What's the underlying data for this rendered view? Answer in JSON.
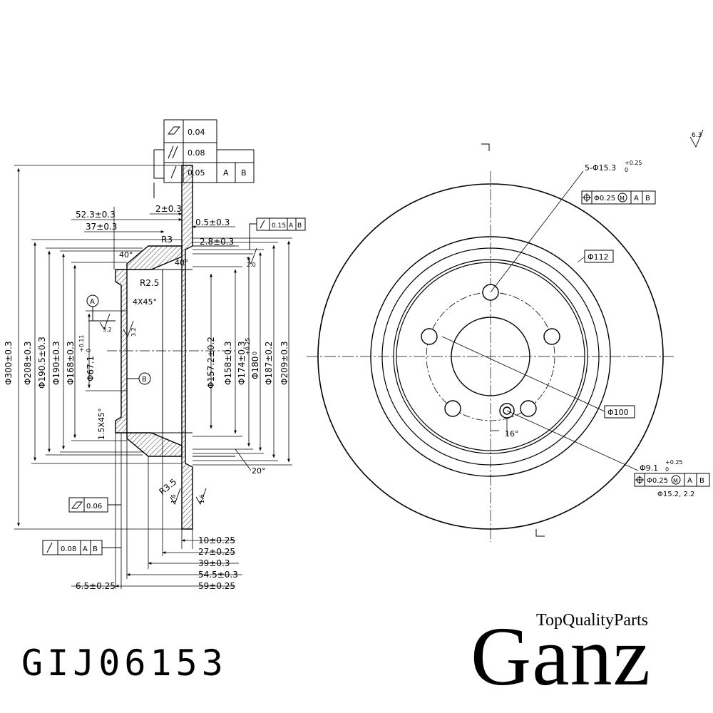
{
  "gdt": {
    "flatness": "0.04",
    "parallel": "0.08",
    "runout": "0.05",
    "runout_mid": "0.15",
    "runout_bottom": "0.08",
    "flatness_bottom": "0.06",
    "datum_a": "A",
    "datum_b": "B"
  },
  "side_view": {
    "dims_top": [
      "52.3±0.3",
      "37±0.3",
      "2±0.3",
      "0.5±0.3",
      "2.8±0.3"
    ],
    "radii": [
      "R3",
      "R2.5",
      "R3.5"
    ],
    "chamfers": [
      "4X45°",
      "1.5X45°"
    ],
    "angles": [
      "40°",
      "40°",
      "20°"
    ],
    "roughness": [
      "3.2",
      "3.2",
      "2.0",
      "1.6",
      "1.6"
    ],
    "diameters_left": [
      "Φ300±0.3",
      "Φ208±0.3",
      "Φ190.5±0.3",
      "Φ190±0.3",
      "Φ168±0.3",
      "Φ67.1"
    ],
    "phi67_tol_upper": "+0.11",
    "phi67_tol_lower": "0",
    "diameters_right": [
      "Φ157.2±0.2",
      "Φ158±0.3",
      "Φ174±0.3",
      "Φ180",
      "Φ187±0.2",
      "Φ209±0.3"
    ],
    "phi180_tol_upper": "+0.25",
    "phi180_tol_lower": "0",
    "dims_bottom": [
      "10±0.25",
      "27±0.25",
      "39±0.3",
      "54.5±0.3",
      "59±0.25"
    ],
    "dim_left_bottom": "6.5±0.25"
  },
  "front_view": {
    "roughness_top_right": "6.3",
    "bolt_holes": "5-Φ15.3",
    "bolt_tol_upper": "+0.25",
    "bolt_tol_lower": "0",
    "bolt_position": "Φ0.25",
    "pcd_outer": "Φ112",
    "pcd": "Φ100",
    "small_hole": "Φ9.1",
    "small_tol_upper": "+0.25",
    "small_tol_lower": "0",
    "small_position": "Φ0.25",
    "small_counterbore": "Φ15.2, 2.2",
    "angle": "16°",
    "mmc": "M"
  },
  "part_number": "GIJ06153",
  "brand": {
    "tagline": "TopQualityParts",
    "name": "Ganz"
  }
}
